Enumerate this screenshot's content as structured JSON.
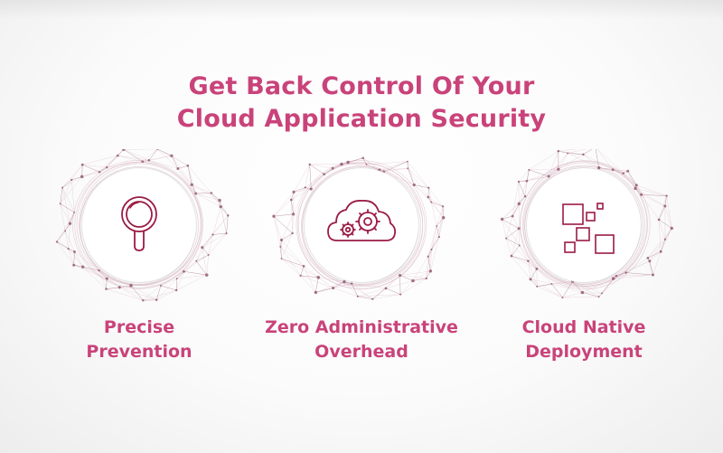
{
  "colors": {
    "accent": "#c9437a",
    "icon_stroke": "#9b1b44",
    "mesh": "#8a4a63",
    "mesh_light": "#d9b9c6"
  },
  "headline": {
    "line1": "Get Back Control Of Your",
    "line2": "Cloud Application Security"
  },
  "features": [
    {
      "icon": "magnifier-icon",
      "label_line1": "Precise",
      "label_line2": "Prevention"
    },
    {
      "icon": "cloud-gears-icon",
      "label_line1": "Zero Administrative",
      "label_line2": "Overhead"
    },
    {
      "icon": "squares-icon",
      "label_line1": "Cloud Native",
      "label_line2": "Deployment"
    }
  ]
}
